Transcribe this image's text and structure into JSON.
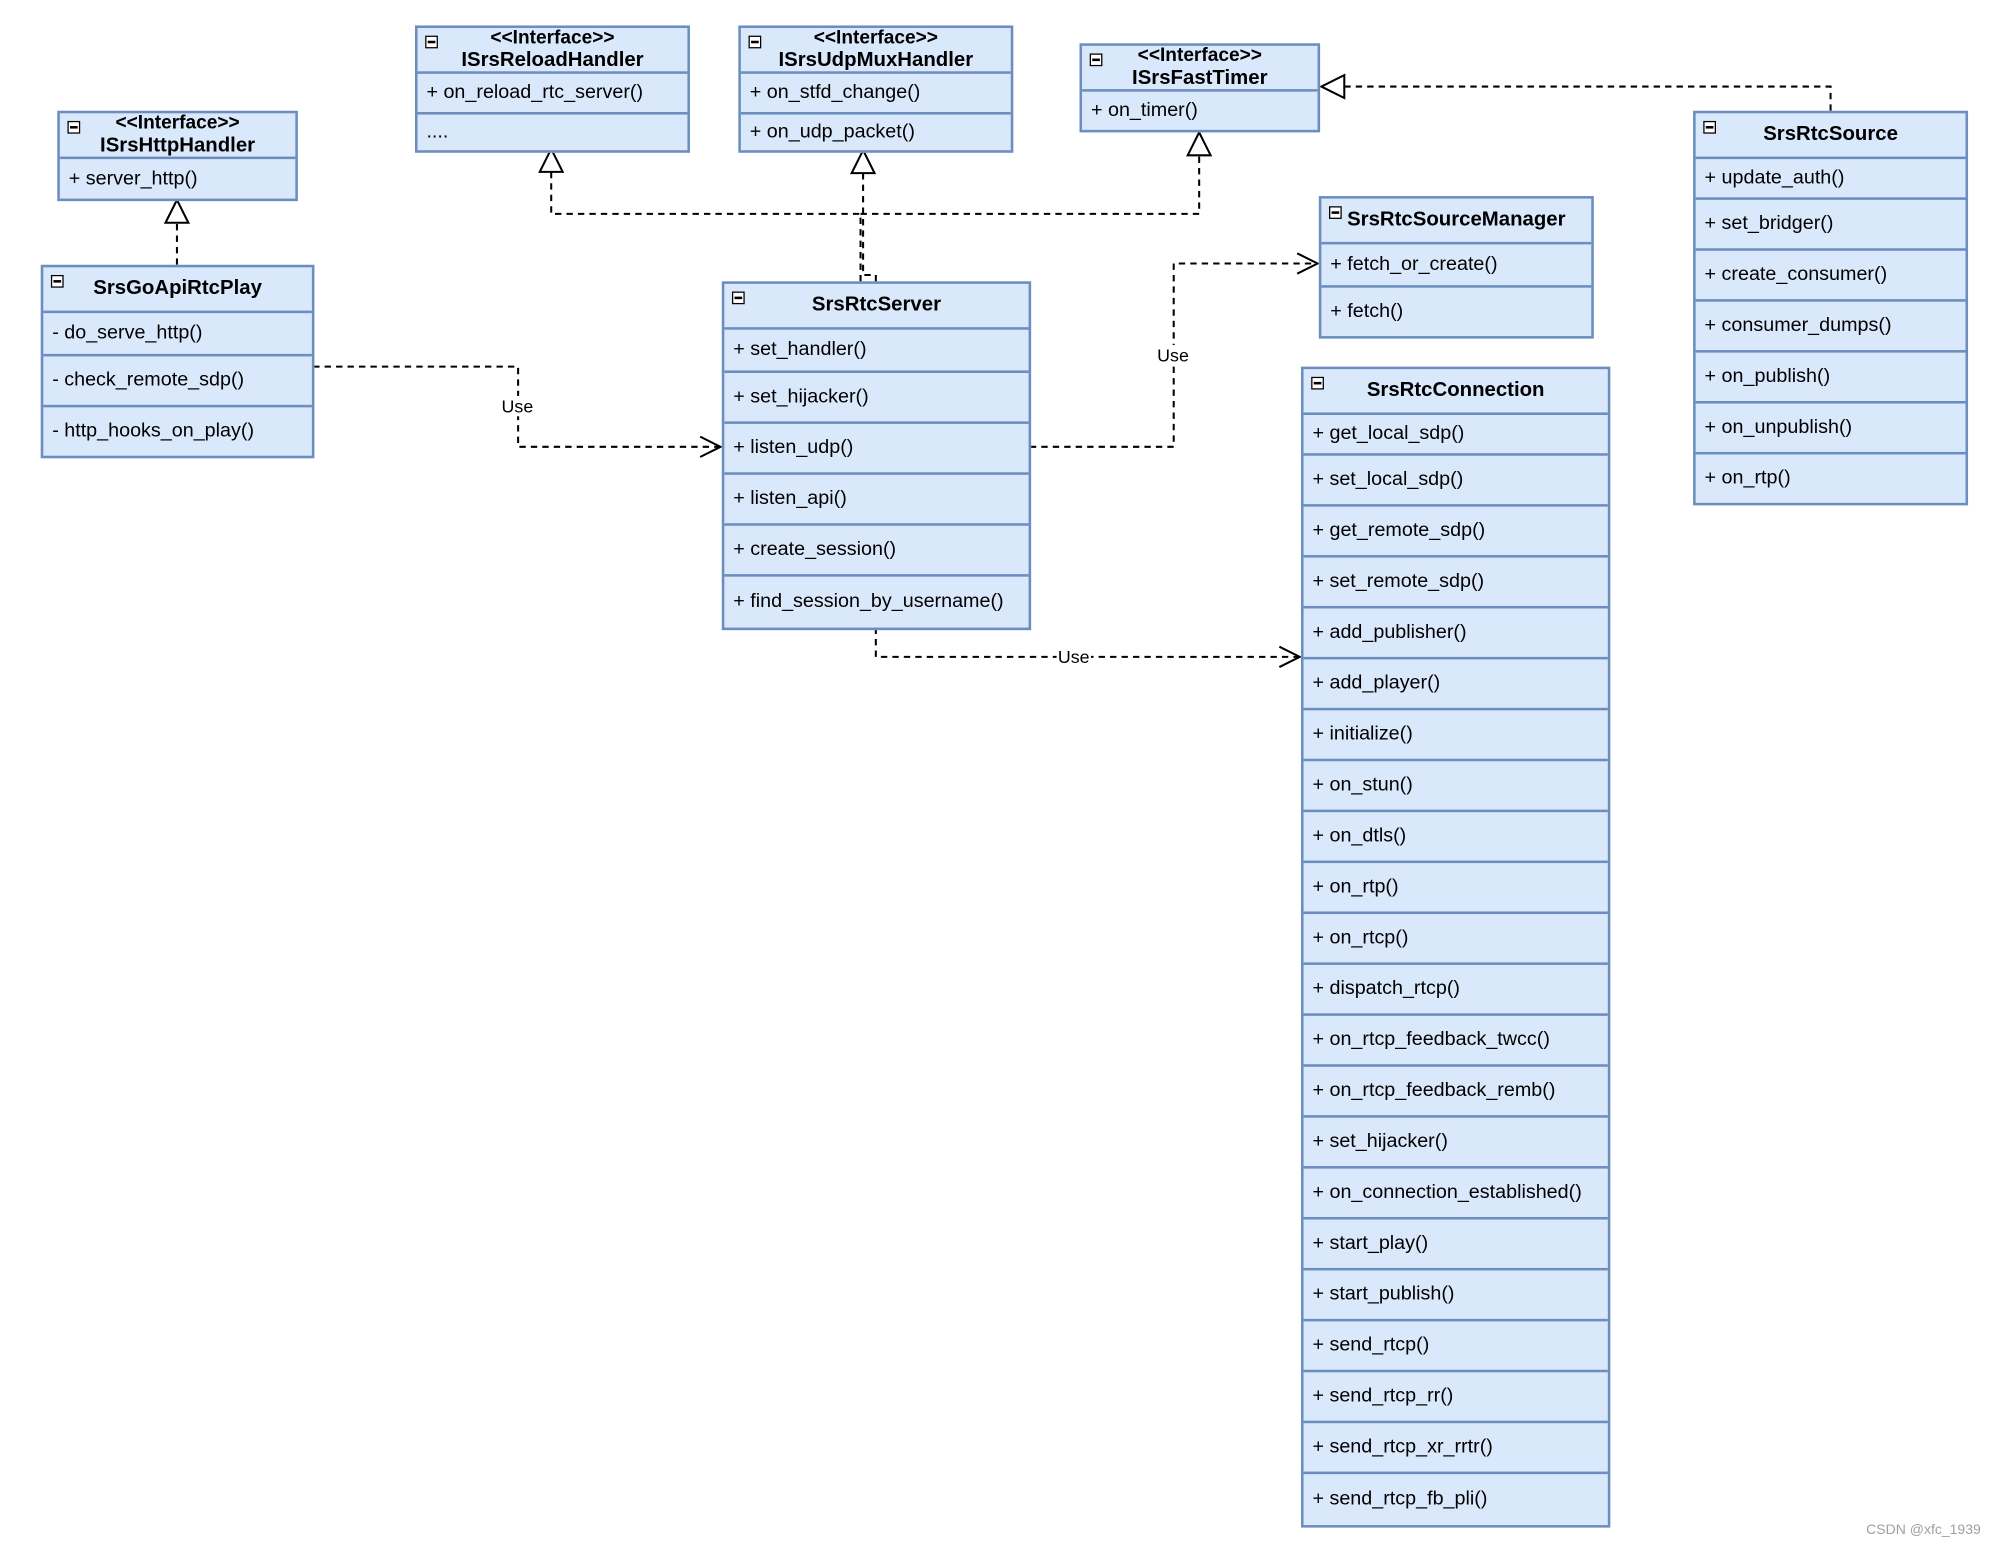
{
  "classes": {
    "http_handler": {
      "stereotype": "<<Interface>>",
      "name": "ISrsHttpHandler",
      "members": [
        "+ server_http()"
      ]
    },
    "reload_handler": {
      "stereotype": "<<Interface>>",
      "name": "ISrsReloadHandler",
      "members": [
        "+ on_reload_rtc_server()",
        "...."
      ]
    },
    "udp_mux_handler": {
      "stereotype": "<<Interface>>",
      "name": "ISrsUdpMuxHandler",
      "members": [
        "+ on_stfd_change()",
        "+ on_udp_packet()"
      ]
    },
    "fast_timer": {
      "stereotype": "<<Interface>>",
      "name": "ISrsFastTimer",
      "members": [
        "+ on_timer()"
      ]
    },
    "rtc_source": {
      "name": "SrsRtcSource",
      "members": [
        "+ update_auth()",
        "+ set_bridger()",
        "+ create_consumer()",
        "+ consumer_dumps()",
        "+ on_publish()",
        "+ on_unpublish()",
        "+ on_rtp()"
      ]
    },
    "go_api_rtc_play": {
      "name": "SrsGoApiRtcPlay",
      "members": [
        "- do_serve_http()",
        "- check_remote_sdp()",
        "- http_hooks_on_play()"
      ]
    },
    "rtc_server": {
      "name": "SrsRtcServer",
      "members": [
        "+ set_handler()",
        "+ set_hijacker()",
        "+ listen_udp()",
        "+ listen_api()",
        "+ create_session()",
        "+ find_session_by_username()"
      ]
    },
    "rtc_source_manager": {
      "name": "SrsRtcSourceManager",
      "members": [
        "+ fetch_or_create()",
        "+ fetch()"
      ]
    },
    "rtc_connection": {
      "name": "SrsRtcConnection",
      "members": [
        "+ get_local_sdp()",
        "+ set_local_sdp()",
        "+ get_remote_sdp()",
        "+ set_remote_sdp()",
        "+ add_publisher()",
        "+ add_player()",
        "+ initialize()",
        "+ on_stun()",
        "+ on_dtls()",
        "+ on_rtp()",
        "+ on_rtcp()",
        "+ dispatch_rtcp()",
        "+ on_rtcp_feedback_twcc()",
        "+ on_rtcp_feedback_remb()",
        "+ set_hijacker()",
        "+ on_connection_established()",
        "+ start_play()",
        "+ start_publish()",
        "+ send_rtcp()",
        "+ send_rtcp_rr()",
        "+ send_rtcp_xr_rrtr()",
        "+ send_rtcp_fb_pli()"
      ]
    }
  },
  "edge_labels": {
    "use_play_server": "Use",
    "use_server_manager": "Use",
    "use_server_connection": "Use"
  },
  "watermark": "CSDN @xfc_1939",
  "colors": {
    "class_fill": "#dae8fc",
    "class_stroke": "#6c8ebf",
    "edge": "#000000"
  }
}
